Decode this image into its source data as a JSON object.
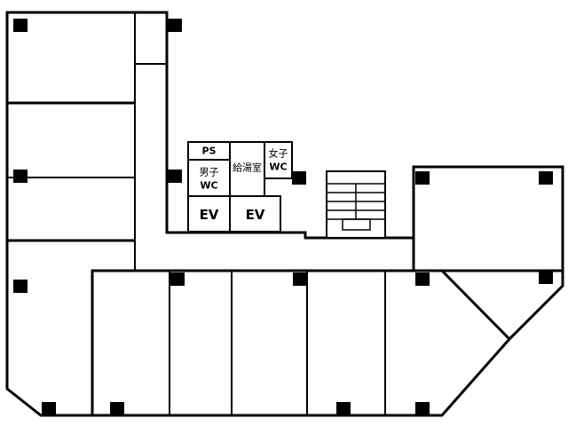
{
  "labels": {
    "ps": "PS",
    "mens_wc_line1": "男子",
    "mens_wc_line2": "WC",
    "kitchenette": "給湯室",
    "womens_wc_line1": "女子",
    "womens_wc_line2": "WC",
    "elevator_1": "EV",
    "elevator_2": "EV"
  },
  "colors": {
    "wall": "#000000",
    "background": "#ffffff"
  }
}
